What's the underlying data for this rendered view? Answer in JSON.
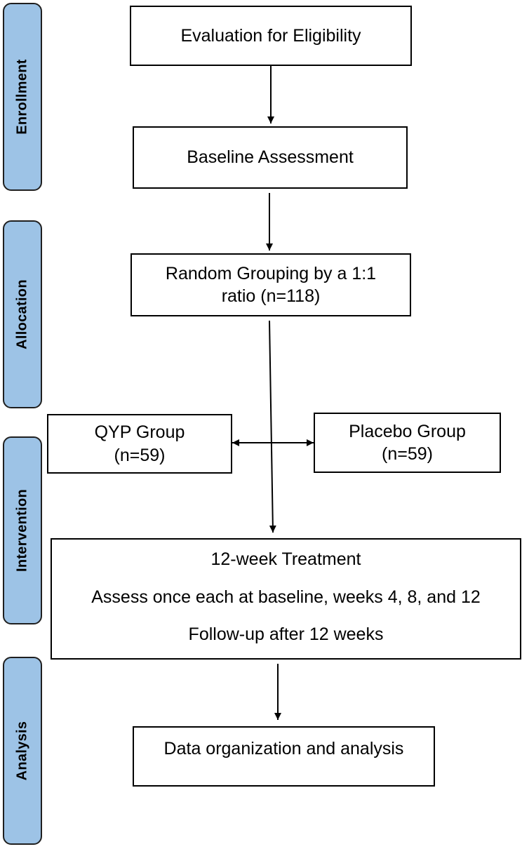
{
  "phases": {
    "enrollment": "Enrollment",
    "allocation": "Allocation",
    "intervention": "Intervention",
    "analysis": "Analysis"
  },
  "boxes": {
    "eligibility": "Evaluation for Eligibility",
    "baseline": "Baseline Assessment",
    "random_line1": "Random Grouping by a 1:1",
    "random_line2": "ratio (n=118)",
    "qyp_line1": "QYP Group",
    "qyp_line2": "(n=59)",
    "placebo_line1": "Placebo Group",
    "placebo_line2": "(n=59)",
    "treatment_line1": "12-week Treatment",
    "treatment_line2": "Assess once each at baseline, weeks 4, 8, and 12",
    "treatment_line3": "Follow-up after 12 weeks",
    "analysis": "Data organization and analysis"
  }
}
